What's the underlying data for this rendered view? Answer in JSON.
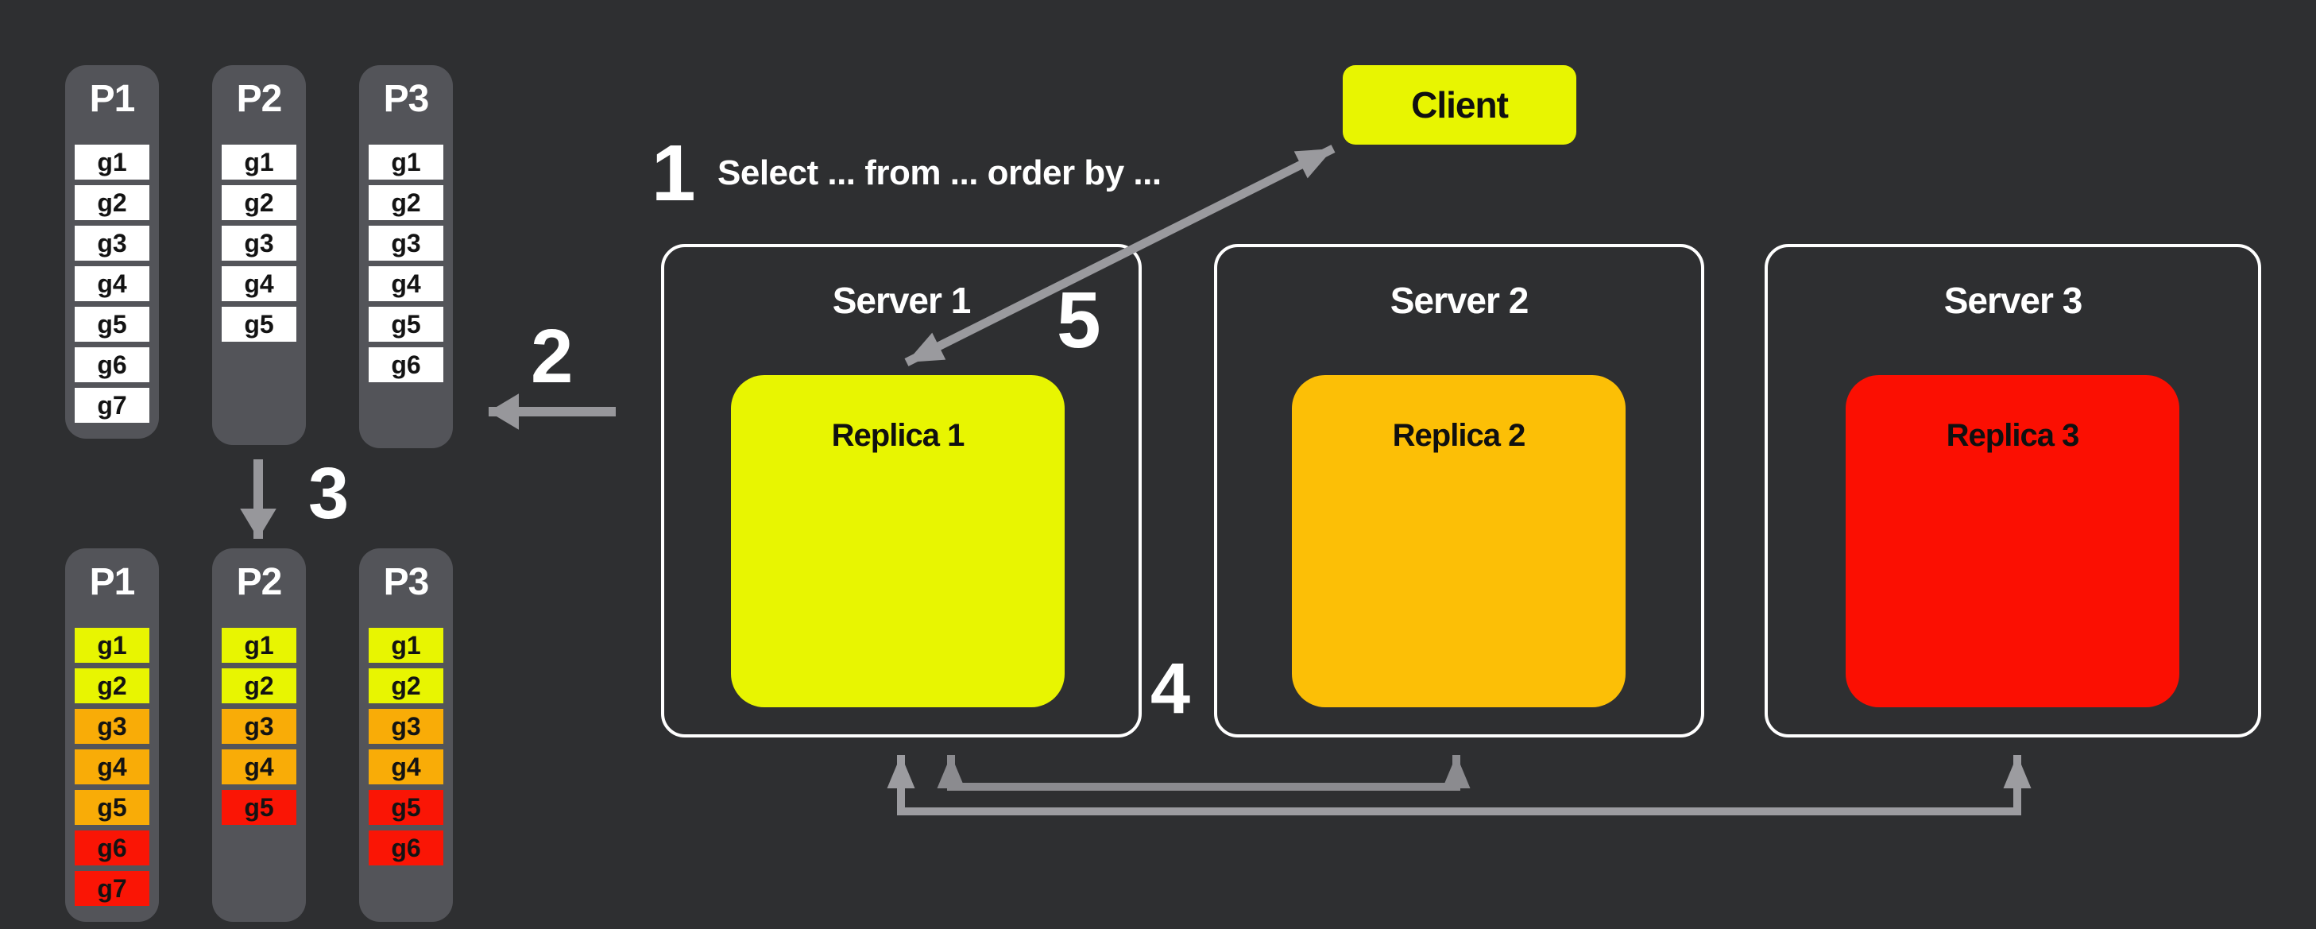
{
  "colors": {
    "background": "#2e2f31",
    "panel_gray": "#535459",
    "server_border": "#ffffff",
    "box_white": "#ffffff",
    "box_yellow": "#e8f501",
    "box_orange": "#f9ac07",
    "box_red": "#fa1505",
    "replica_yellow": "#e8f501",
    "replica_orange": "#fcbf06",
    "replica_red": "#fb0f02",
    "arrow_gray": "#97979b",
    "arrow_gray_dark": "#8b8b8f",
    "arrow_gray_light": "#9c9ca0",
    "text_white": "#ffffff",
    "text_black": "#101010"
  },
  "client": {
    "label": "Client",
    "color": "#e8f501"
  },
  "steps": {
    "s1": {
      "number": "1",
      "text": "Select ... from ... order by ..."
    },
    "s2": {
      "number": "2"
    },
    "s3": {
      "number": "3"
    },
    "s4": {
      "number": "4"
    },
    "s5": {
      "number": "5"
    }
  },
  "servers": [
    {
      "label": "Server 1",
      "replica": {
        "label": "Replica 1",
        "color": "#e8f501"
      }
    },
    {
      "label": "Server 2",
      "replica": {
        "label": "Replica 2",
        "color": "#fcbf06"
      }
    },
    {
      "label": "Server 3",
      "replica": {
        "label": "Replica 3",
        "color": "#fb0f02"
      }
    }
  ],
  "partition_groups": {
    "top": [
      {
        "label": "P1",
        "items": [
          {
            "label": "g1",
            "color": "#ffffff"
          },
          {
            "label": "g2",
            "color": "#ffffff"
          },
          {
            "label": "g3",
            "color": "#ffffff"
          },
          {
            "label": "g4",
            "color": "#ffffff"
          },
          {
            "label": "g5",
            "color": "#ffffff"
          },
          {
            "label": "g6",
            "color": "#ffffff"
          },
          {
            "label": "g7",
            "color": "#ffffff"
          }
        ]
      },
      {
        "label": "P2",
        "items": [
          {
            "label": "g1",
            "color": "#ffffff"
          },
          {
            "label": "g2",
            "color": "#ffffff"
          },
          {
            "label": "g3",
            "color": "#ffffff"
          },
          {
            "label": "g4",
            "color": "#ffffff"
          },
          {
            "label": "g5",
            "color": "#ffffff"
          }
        ]
      },
      {
        "label": "P3",
        "items": [
          {
            "label": "g1",
            "color": "#ffffff"
          },
          {
            "label": "g2",
            "color": "#ffffff"
          },
          {
            "label": "g3",
            "color": "#ffffff"
          },
          {
            "label": "g4",
            "color": "#ffffff"
          },
          {
            "label": "g5",
            "color": "#ffffff"
          },
          {
            "label": "g6",
            "color": "#ffffff"
          }
        ]
      }
    ],
    "bottom": [
      {
        "label": "P1",
        "items": [
          {
            "label": "g1",
            "color": "#e8f501"
          },
          {
            "label": "g2",
            "color": "#e8f501"
          },
          {
            "label": "g3",
            "color": "#f9ac07"
          },
          {
            "label": "g4",
            "color": "#f9ac07"
          },
          {
            "label": "g5",
            "color": "#f9ac07"
          },
          {
            "label": "g6",
            "color": "#fa1505"
          },
          {
            "label": "g7",
            "color": "#fa1505"
          }
        ]
      },
      {
        "label": "P2",
        "items": [
          {
            "label": "g1",
            "color": "#e8f501"
          },
          {
            "label": "g2",
            "color": "#e8f501"
          },
          {
            "label": "g3",
            "color": "#f9ac07"
          },
          {
            "label": "g4",
            "color": "#f9ac07"
          },
          {
            "label": "g5",
            "color": "#fa1505"
          }
        ]
      },
      {
        "label": "P3",
        "items": [
          {
            "label": "g1",
            "color": "#e8f501"
          },
          {
            "label": "g2",
            "color": "#e8f501"
          },
          {
            "label": "g3",
            "color": "#f9ac07"
          },
          {
            "label": "g4",
            "color": "#f9ac07"
          },
          {
            "label": "g5",
            "color": "#fa1505"
          },
          {
            "label": "g6",
            "color": "#fa1505"
          }
        ]
      }
    ]
  }
}
